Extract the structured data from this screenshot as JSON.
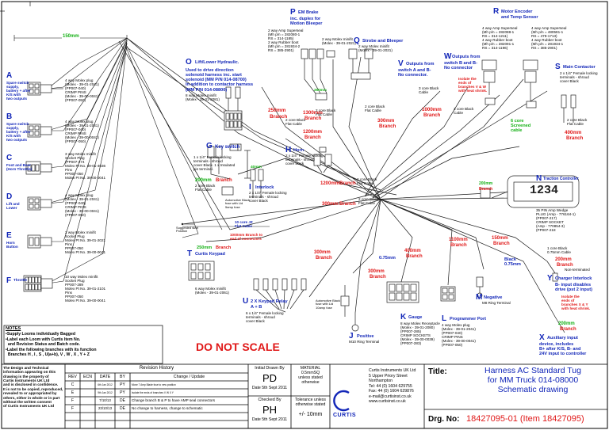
{
  "colors": {
    "wire": "#1a1a1a",
    "label_blue": "#1226b8",
    "note_red": "#e01818",
    "length_green": "#14b014",
    "border": "#000000",
    "title_blue": "#1226b8"
  },
  "dims": {
    "top": "150mm"
  },
  "branches": {
    "A": {
      "letter": "A",
      "desc": "Spare switch\nsupply,\nbattery + after\nK/S with\ntwo outputs",
      "conn": "4 way Molex plug\n(Molex - 39-01-2041)\n(PP007-040)\nCRIMP PINS\n(Molex - 39-00-0041)\n(PP007-050)"
    },
    "B": {
      "letter": "B",
      "desc": "Spare switch\nsupply,\nbattery + after\nK/S with\ntwo outputs",
      "conn": "4 way Molex plug\n(Molex - 39-01-2041)\n(PP007-040)\nCRIMP PINS\n(Molex - 39-00-0041)\n(PP007-050)"
    },
    "C": {
      "letter": "C",
      "desc": "Foot and Bear\n(Horn Throttle)",
      "conn": "3 way Molex minifit\nSocket Plug\n(PP007-274\nMolex Pt No. 39-01-4036\nPins\nPP007-050\nMolex Pt No. 39-00-0041"
    },
    "D": {
      "letter": "D",
      "desc": "Lift and\nLower",
      "conn": "4 way Molex plug\n(Molex - 39-01-2041)\n(PP007-040)\nCRIMP PINS\n(Molex - 39-00-0041)\n(PP007-050)"
    },
    "E": {
      "letter": "E",
      "desc": "Horn\nButton",
      "conn": "2 way Molex minifit\nSocket Plug\nMolex Pt No. 39-01-2021\nPins\nPP007-050\nMolex Pt No. 39-00-0041"
    },
    "F": {
      "letter": "F",
      "desc": "Throttle",
      "conn": "10 way Molex minifit\nSocket Plug\nPP007-289\nMolex Pt No. 39-01-2101\nPins\nPP007-050\nMolex Pt No. 39-00-0041"
    },
    "G": {
      "letter": "G",
      "title": "Key switch",
      "sub": "1 x 1/4\" Female locking\nterminals - shroud\ncover Black. 1 x Insulated\npin terminal.",
      "len": "200mm",
      "len_word": "Branch",
      "cable": "2 core Black\nFlat Cable",
      "dim": "40mm",
      "note": "Automotive Black\nfuse with Lid\n5amp fuse"
    },
    "H": {
      "letter": "H",
      "title": "Horn",
      "sub": "2 x 1/4\" Female locking\nterminals - shroud\ncover black",
      "len": "1200mm",
      "len_word": "Branch",
      "cable": "2 core Black\nFlat Cable"
    },
    "I": {
      "letter": "I",
      "title": "Interlock",
      "sub": "2 x 1/4\" Female locking\nterminals - shroud\ncover Black",
      "len": "300mm",
      "len_word": "Branch",
      "cable": "2 core Black\nFlat Cable"
    },
    "J": {
      "letter": "J",
      "title": "Positive",
      "sub": "M10 Ring Terminal",
      "len": "300mm",
      "len_word": "Branch"
    },
    "K": {
      "letter": "K",
      "title": "Gauge",
      "sub": "8 way Molex Receptacle\n(Molex - 39-01-2080)\n(PP007-285)\nCRIMP SOCKETS\n(Molex - 39-00-0039)\n(PP007-283)",
      "len": "400mm",
      "len_word": "Branch"
    },
    "L": {
      "letter": "L",
      "title": "Programmer Port",
      "sub": "4 way Molex plug\n(Molex - 39-01-2041)\n(PP007-040)\nCRIMP PINS\n(Molex - 39-00-0041)\n(PP007-050)",
      "len": "1100mm",
      "len_word": "Branch"
    },
    "M": {
      "letter": "M",
      "title": "Negative",
      "sub": "M8 Ring Terminal",
      "len": "150mm",
      "len_word": "Branch",
      "black": "Black\n0.75mm"
    },
    "N": {
      "letter": "N",
      "title": "Traction Controller",
      "display": "1234",
      "sub": "35 PIN Amp Wedge\nPLUG (Amp - 776164-1)\n(PP007-217)\nCRIMP SOCKET\n(Amp - 770854-3)\n(PP007-218"
    },
    "O": {
      "letter": "O",
      "title": "Lift/Lower Hydraulic.",
      "body": "Used to drive direction\nsolenoid harness inc. start\nsolenoid (MM P/N 014-08700)\nIn addition to contactor harness\n(MM P/N 014-08800)",
      "conn": "8 way Molex minifit\n(Molex - 39-01-2081)",
      "len": "250mm",
      "len_word": "Branch",
      "cable": "2 core Black\nFlat Cable"
    },
    "P": {
      "letter": "P",
      "title": "EM Brake",
      "title2": "inc. duplex for\nMotion Bleeper",
      "sub": "2 way Amp Superseal\n(Mh p/n = 282080-1\nRS = 314-1185)\n2 way Rubber boot\n(Mh p/n = 281934-2\nRS = 385-2901)",
      "conn": "2 way Molex minifit\n(Molex - 39-01-2021)",
      "dim": "250mm",
      "len": "1300mm",
      "len_word": "Branch",
      "cable": "2 core Black\nFlat Cable"
    },
    "Q": {
      "letter": "Q",
      "title": "Strobe and Bleeper",
      "sub": "2 way Molex minifit\n(Molex - 39-01-2021)",
      "len": "300mm",
      "len_word": "Branch",
      "cable": "2 core Black\nFlat Cable"
    },
    "R": {
      "letter": "R",
      "title": "Motor Encoder",
      "title2": "and Temp Sensor",
      "sub": "4 way Amp Superseal\n(Mh p/n = 282088-1\nRS = 314-1211)\n4 way Rubber boot\n(Mh p/n = 282091-1\nRS = 314-1196)",
      "sub2": "4 way Amp Superseal\n(Mh p/n = 480581-1\nRS = 479-1713)\n4 way Rubber boot\n(Mh p/n = 281934-1\nRS = 385-2901)",
      "cable": "6 core\nScreened\ncable"
    },
    "S": {
      "letter": "S",
      "title": "Main Contactor",
      "sub": "2 x 1/4\" Female locking\nterminals - shroud\ncover Black",
      "len": "400mm",
      "len_word": "Branch",
      "cable": "2 core Black\nFlat Cable"
    },
    "T": {
      "letter": "T",
      "title": "Curtis Keypad",
      "sub": "6 way Molex minifit\n(Molex - 39-01-2061)",
      "len": "250mm",
      "len_word": "Branch"
    },
    "U": {
      "letter": "U",
      "title": "2 X Keypad Relay",
      "title2": "A + B",
      "sub": "6 x 1/4\" Female locking\nterminals - shroud\ncover Black",
      "wire": "0.75mm",
      "note": "Automotive Black\nfuse with Lid\n10amp fuse"
    },
    "V": {
      "letter": "V",
      "title": "Outputs from",
      "title2": "switch A and B-\nNo connector.",
      "len": "1000mm",
      "len_word": "Branch",
      "cable": "3 core Black\nCable"
    },
    "W": {
      "letter": "W",
      "title": "Outputs from",
      "title2": "switch B and B-\nNo connector",
      "red": "Isolate the\nends of\nbranches V & W\nwith heat shrink.",
      "cable": "3 core Black\nCable"
    },
    "X": {
      "letter": "X",
      "title": "Auxiliary input",
      "title2": "device, includes\nB+ after K/S, B- and\n24V input to controller",
      "len": "200mm",
      "len_word": "Branch"
    },
    "Y": {
      "letter": "Y",
      "title": "Charger Interlock",
      "title2": "B- input disables\ndrive (pst 2 input)",
      "red": "Isolate the\nends of\nbranches X & Y\nwith heat shrink.",
      "len": "200mm",
      "len_word": "Branch",
      "cable": "1 core Black\n0.75mm Cable",
      "noninsul": "Non-terminated"
    }
  },
  "misc": {
    "suggested": "Suggested start\nPosition",
    "cable10": "10 core JZ\nFlat Cable",
    "len1000": "1000mm Branch to\nend of connectors",
    "len_n": "200mm",
    "len_n_word": "Branch",
    "len_misc1": "1200mm",
    "len_misc2": "Branch",
    "len_misc3": "300mm",
    "len_misc4": "Branch"
  },
  "notes": {
    "heading": "NOTES",
    "items": [
      "Supply Looms individually Bagged",
      "Label each Loom with Curtis Item No.\n  and Revision Status and Batch code.",
      "Label the following branches with its function\n  Branches H , I , S , U(a+b), V , W , X , Y + Z"
    ]
  },
  "do_not_scale": "DO NOT SCALE",
  "title_block": {
    "confidential": "The Design and Technical\ninformation appearing on this\ndrawing is the property of\nCurtis Instruments UK Ltd\nand is disclosed in confidence.\nIt is not to be copied, reproduced,\nrevealed to or appropriated by\nothers, either in whole or in part\nwithout the written consent\nof Curtis Instruments UK Ltd",
    "revision_title": "Revision History",
    "rev_headers": [
      "REV",
      "ECN",
      "DATE",
      "BY",
      "Change / Update"
    ],
    "revisions": [
      {
        "rev": "C",
        "ecn": "",
        "date": "6th Jan 2012",
        "by": "PY",
        "change": "Move 7 Amp Blade fuse to new position"
      },
      {
        "rev": "E",
        "ecn": "",
        "date": "9th Jan 2012",
        "by": "PY",
        "change": "Isolate the ends of branches V W X Y"
      },
      {
        "rev": "F",
        "ecn": "",
        "date": "7/10/13",
        "by": "DE",
        "change": "Change branch B & P to have AMP seal connectors"
      },
      {
        "rev": "F",
        "ecn": "",
        "date": "23/10/13",
        "by": "DE",
        "change": "No change to harness, change to schematic"
      }
    ],
    "initial_drawn_label": "Initial Drawn By",
    "initial_drawn": "PD",
    "initial_date": "Date 5th Sept 2011",
    "checked_label": "Checked By",
    "checked": "PH",
    "checked_date": "Date 5th Sept 2011",
    "material_label": "MATERIAL",
    "material": "0.5mmSQ\nunless stated\notherwise",
    "tolerance_label": "Tolerance unless\notherwise stated",
    "tolerance": "+/- 10mm",
    "logo": "CURTIS",
    "company": "Curtis Instruments UK Ltd\n5 Upper Priory Street\nNorthampton\nTel: 44 (0) 1604 629755\nFax: 44 (0) 1604 629876\ne-mail@curtisinst.co.uk\nwww.curtisinst.co.uk",
    "title_label": "Title:",
    "title": "Harness AC Standard Tug\nfor MM Truck 014-08000\nSchematic drawing",
    "drg_label": "Drg. No:",
    "drg_no": "18427095-01 (Item 18427095)"
  }
}
